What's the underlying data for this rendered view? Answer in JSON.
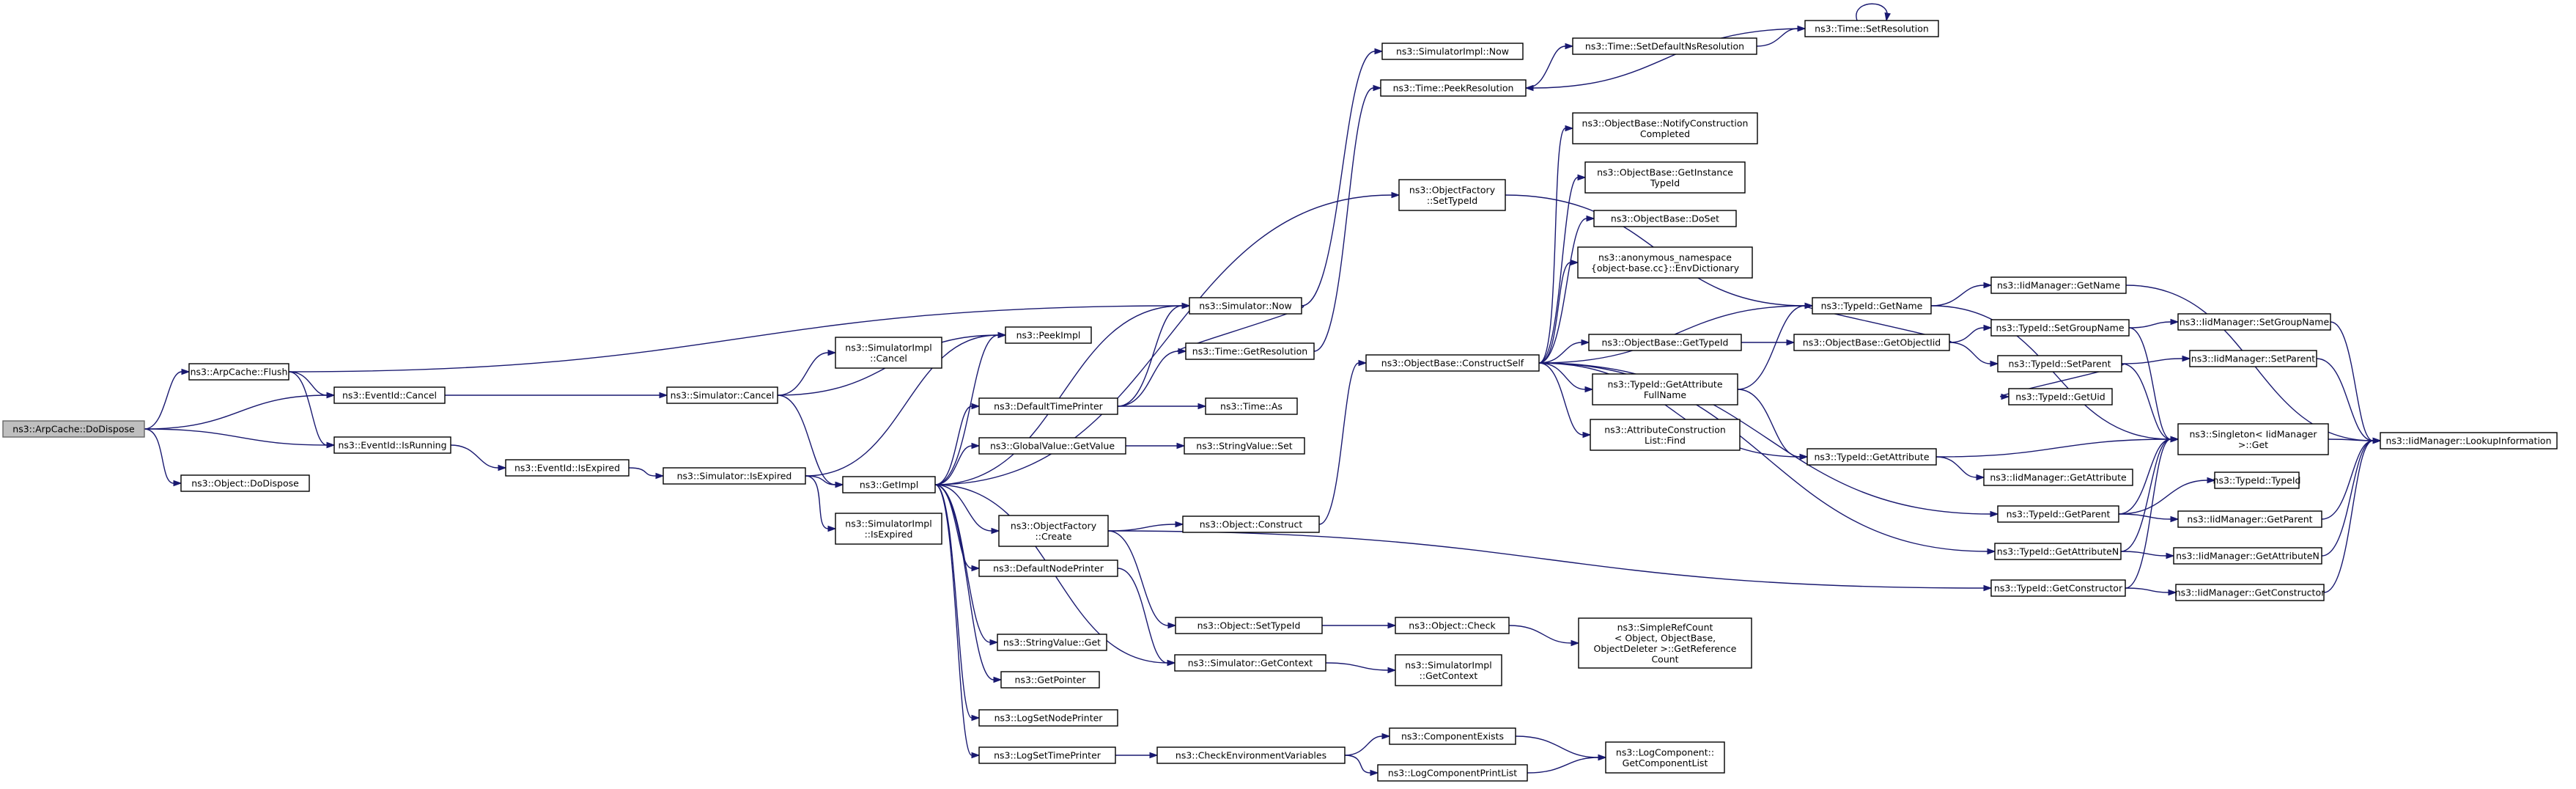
{
  "diagram": {
    "nodes": [
      {
        "id": "n0",
        "label": [
          "ns3::ArpCache::DoDispose"
        ],
        "root": true
      },
      {
        "id": "n1",
        "label": [
          "ns3::ArpCache::Flush"
        ]
      },
      {
        "id": "n2",
        "label": [
          "ns3::EventId::Cancel"
        ]
      },
      {
        "id": "n3",
        "label": [
          "ns3::EventId::IsRunning"
        ]
      },
      {
        "id": "n4",
        "label": [
          "ns3::Object::DoDispose"
        ]
      },
      {
        "id": "n5",
        "label": [
          "ns3::Simulator::Now"
        ]
      },
      {
        "id": "n6",
        "label": [
          "ns3::Simulator::Cancel"
        ]
      },
      {
        "id": "n7",
        "label": [
          "ns3::EventId::IsExpired"
        ]
      },
      {
        "id": "n8",
        "label": [
          "ns3::Simulator::IsExpired"
        ]
      },
      {
        "id": "n9",
        "label": [
          "ns3::SimulatorImpl",
          "::Cancel"
        ]
      },
      {
        "id": "n10",
        "label": [
          "ns3::PeekImpl"
        ]
      },
      {
        "id": "n11",
        "label": [
          "ns3::GetImpl"
        ]
      },
      {
        "id": "n12",
        "label": [
          "ns3::SimulatorImpl",
          "::IsExpired"
        ]
      },
      {
        "id": "n13",
        "label": [
          "ns3::DefaultTimePrinter"
        ]
      },
      {
        "id": "n14",
        "label": [
          "ns3::GlobalValue::GetValue"
        ]
      },
      {
        "id": "n15",
        "label": [
          "ns3::ObjectFactory",
          "::Create"
        ]
      },
      {
        "id": "n16",
        "label": [
          "ns3::DefaultNodePrinter"
        ]
      },
      {
        "id": "n17",
        "label": [
          "ns3::StringValue::Get"
        ]
      },
      {
        "id": "n18",
        "label": [
          "ns3::GetPointer"
        ]
      },
      {
        "id": "n19",
        "label": [
          "ns3::LogSetNodePrinter"
        ]
      },
      {
        "id": "n20",
        "label": [
          "ns3::LogSetTimePrinter"
        ]
      },
      {
        "id": "n21",
        "label": [
          "ns3::Time::GetResolution"
        ]
      },
      {
        "id": "n22",
        "label": [
          "ns3::Time::As"
        ]
      },
      {
        "id": "n23",
        "label": [
          "ns3::StringValue::Set"
        ]
      },
      {
        "id": "n24",
        "label": [
          "ns3::Object::Construct"
        ]
      },
      {
        "id": "n25",
        "label": [
          "ns3::Object::SetTypeId"
        ]
      },
      {
        "id": "n26",
        "label": [
          "ns3::Simulator::GetContext"
        ]
      },
      {
        "id": "n27",
        "label": [
          "ns3::CheckEnvironmentVariables"
        ]
      },
      {
        "id": "n28",
        "label": [
          "ns3::SimulatorImpl::Now"
        ]
      },
      {
        "id": "n29",
        "label": [
          "ns3::Time::PeekResolution"
        ]
      },
      {
        "id": "n30",
        "label": [
          "ns3::ObjectFactory",
          "::SetTypeId"
        ]
      },
      {
        "id": "n31",
        "label": [
          "ns3::ObjectBase::ConstructSelf"
        ]
      },
      {
        "id": "n32",
        "label": [
          "ns3::Object::Check"
        ]
      },
      {
        "id": "n33",
        "label": [
          "ns3::SimulatorImpl",
          "::GetContext"
        ]
      },
      {
        "id": "n34",
        "label": [
          "ns3::ComponentExists"
        ]
      },
      {
        "id": "n35",
        "label": [
          "ns3::LogComponentPrintList"
        ]
      },
      {
        "id": "n36",
        "label": [
          "ns3::Time::SetDefaultNsResolution"
        ]
      },
      {
        "id": "n37",
        "label": [
          "ns3::ObjectBase::NotifyConstruction",
          "Completed"
        ]
      },
      {
        "id": "n38",
        "label": [
          "ns3::ObjectBase::GetInstance",
          "TypeId"
        ]
      },
      {
        "id": "n39",
        "label": [
          "ns3::ObjectBase::DoSet"
        ]
      },
      {
        "id": "n40",
        "label": [
          "ns3::anonymous_namespace",
          "{object-base.cc}::EnvDictionary"
        ]
      },
      {
        "id": "n41",
        "label": [
          "ns3::ObjectBase::GetTypeId"
        ]
      },
      {
        "id": "n42",
        "label": [
          "ns3::TypeId::GetAttribute",
          "FullName"
        ]
      },
      {
        "id": "n43",
        "label": [
          "ns3::AttributeConstruction",
          "List::Find"
        ]
      },
      {
        "id": "n44",
        "label": [
          "ns3::SimpleRefCount",
          "< Object, ObjectBase,",
          "ObjectDeleter >::GetReference",
          "Count"
        ]
      },
      {
        "id": "n45",
        "label": [
          "ns3::LogComponent::",
          "GetComponentList"
        ]
      },
      {
        "id": "n46",
        "label": [
          "ns3::Time::SetResolution"
        ]
      },
      {
        "id": "n47",
        "label": [
          "ns3::TypeId::GetName"
        ]
      },
      {
        "id": "n48",
        "label": [
          "ns3::ObjectBase::GetObjectIid"
        ]
      },
      {
        "id": "n49",
        "label": [
          "ns3::TypeId::GetAttribute"
        ]
      },
      {
        "id": "n50",
        "label": [
          "ns3::TypeId::GetParent"
        ]
      },
      {
        "id": "n51",
        "label": [
          "ns3::TypeId::GetAttributeN"
        ]
      },
      {
        "id": "n52",
        "label": [
          "ns3::TypeId::GetConstructor"
        ]
      },
      {
        "id": "n53",
        "label": [
          "ns3::IidManager::GetName"
        ]
      },
      {
        "id": "n54",
        "label": [
          "ns3::TypeId::SetGroupName"
        ]
      },
      {
        "id": "n55",
        "label": [
          "ns3::TypeId::SetParent"
        ]
      },
      {
        "id": "n56",
        "label": [
          "ns3::TypeId::GetUid"
        ]
      },
      {
        "id": "n57",
        "label": [
          "ns3::Singleton< IidManager",
          ">::Get"
        ]
      },
      {
        "id": "n58",
        "label": [
          "ns3::IidManager::GetAttribute"
        ]
      },
      {
        "id": "n59",
        "label": [
          "ns3::TypeId::TypeId"
        ]
      },
      {
        "id": "n60",
        "label": [
          "ns3::IidManager::GetParent"
        ]
      },
      {
        "id": "n61",
        "label": [
          "ns3::IidManager::GetAttributeN"
        ]
      },
      {
        "id": "n62",
        "label": [
          "ns3::IidManager::GetConstructor"
        ]
      },
      {
        "id": "n63",
        "label": [
          "ns3::IidManager::SetGroupName"
        ]
      },
      {
        "id": "n64",
        "label": [
          "ns3::IidManager::SetParent"
        ]
      },
      {
        "id": "n65",
        "label": [
          "ns3::IidManager::LookupInformation"
        ]
      }
    ],
    "edges": [
      [
        "n0",
        "n1"
      ],
      [
        "n0",
        "n2"
      ],
      [
        "n0",
        "n3"
      ],
      [
        "n0",
        "n4"
      ],
      [
        "n1",
        "n5"
      ],
      [
        "n1",
        "n2"
      ],
      [
        "n1",
        "n3"
      ],
      [
        "n2",
        "n6"
      ],
      [
        "n3",
        "n7"
      ],
      [
        "n7",
        "n8"
      ],
      [
        "n6",
        "n9"
      ],
      [
        "n6",
        "n10"
      ],
      [
        "n6",
        "n11"
      ],
      [
        "n8",
        "n10"
      ],
      [
        "n8",
        "n11"
      ],
      [
        "n8",
        "n12"
      ],
      [
        "n5",
        "n28"
      ],
      [
        "n5",
        "n21"
      ],
      [
        "n21",
        "n29"
      ],
      [
        "n29",
        "n36"
      ],
      [
        "n36",
        "n46"
      ],
      [
        "n46",
        "n46"
      ],
      [
        "n46",
        "n29"
      ],
      [
        "n11",
        "n5"
      ],
      [
        "n11",
        "n10"
      ],
      [
        "n11",
        "n13"
      ],
      [
        "n11",
        "n14"
      ],
      [
        "n11",
        "n15"
      ],
      [
        "n11",
        "n16"
      ],
      [
        "n11",
        "n17"
      ],
      [
        "n11",
        "n18"
      ],
      [
        "n11",
        "n19"
      ],
      [
        "n11",
        "n20"
      ],
      [
        "n11",
        "n30"
      ],
      [
        "n11",
        "n26"
      ],
      [
        "n13",
        "n5"
      ],
      [
        "n13",
        "n21"
      ],
      [
        "n13",
        "n22"
      ],
      [
        "n14",
        "n23"
      ],
      [
        "n15",
        "n24"
      ],
      [
        "n15",
        "n25"
      ],
      [
        "n15",
        "n52"
      ],
      [
        "n16",
        "n26"
      ],
      [
        "n26",
        "n33"
      ],
      [
        "n20",
        "n27"
      ],
      [
        "n27",
        "n34"
      ],
      [
        "n27",
        "n35"
      ],
      [
        "n34",
        "n45"
      ],
      [
        "n35",
        "n45"
      ],
      [
        "n24",
        "n31"
      ],
      [
        "n25",
        "n32"
      ],
      [
        "n32",
        "n44"
      ],
      [
        "n30",
        "n47"
      ],
      [
        "n31",
        "n37"
      ],
      [
        "n31",
        "n38"
      ],
      [
        "n31",
        "n39"
      ],
      [
        "n31",
        "n40"
      ],
      [
        "n31",
        "n47"
      ],
      [
        "n31",
        "n41"
      ],
      [
        "n31",
        "n42"
      ],
      [
        "n31",
        "n43"
      ],
      [
        "n31",
        "n49"
      ],
      [
        "n31",
        "n50"
      ],
      [
        "n31",
        "n51"
      ],
      [
        "n41",
        "n48"
      ],
      [
        "n42",
        "n47"
      ],
      [
        "n42",
        "n49"
      ],
      [
        "n48",
        "n47"
      ],
      [
        "n48",
        "n54"
      ],
      [
        "n48",
        "n55"
      ],
      [
        "n47",
        "n53"
      ],
      [
        "n47",
        "n57"
      ],
      [
        "n54",
        "n63"
      ],
      [
        "n54",
        "n57"
      ],
      [
        "n55",
        "n64"
      ],
      [
        "n55",
        "n56"
      ],
      [
        "n55",
        "n57"
      ],
      [
        "n49",
        "n58"
      ],
      [
        "n49",
        "n57"
      ],
      [
        "n50",
        "n59"
      ],
      [
        "n50",
        "n60"
      ],
      [
        "n50",
        "n57"
      ],
      [
        "n51",
        "n61"
      ],
      [
        "n51",
        "n57"
      ],
      [
        "n52",
        "n62"
      ],
      [
        "n52",
        "n57"
      ],
      [
        "n53",
        "n65"
      ],
      [
        "n63",
        "n65"
      ],
      [
        "n64",
        "n65"
      ],
      [
        "n57",
        "n65"
      ],
      [
        "n60",
        "n65"
      ],
      [
        "n61",
        "n65"
      ],
      [
        "n62",
        "n65"
      ]
    ]
  }
}
